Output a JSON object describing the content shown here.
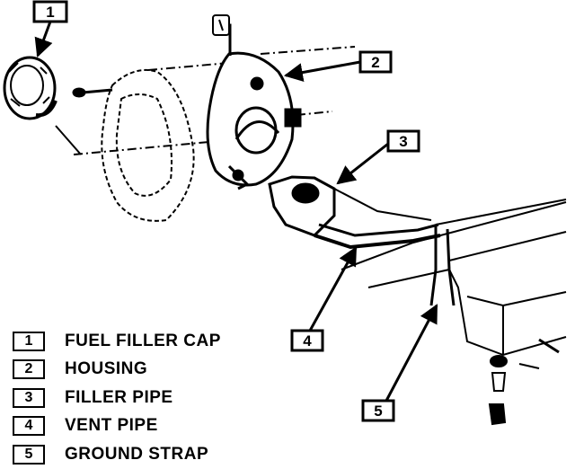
{
  "callouts": [
    {
      "num": "1"
    },
    {
      "num": "2"
    },
    {
      "num": "3"
    },
    {
      "num": "4"
    },
    {
      "num": "5"
    }
  ],
  "legend": [
    {
      "num": "1",
      "label": "FUEL FILLER CAP"
    },
    {
      "num": "2",
      "label": "HOUSING"
    },
    {
      "num": "3",
      "label": "FILLER PIPE"
    },
    {
      "num": "4",
      "label": "VENT PIPE"
    },
    {
      "num": "5",
      "label": "GROUND STRAP"
    }
  ]
}
